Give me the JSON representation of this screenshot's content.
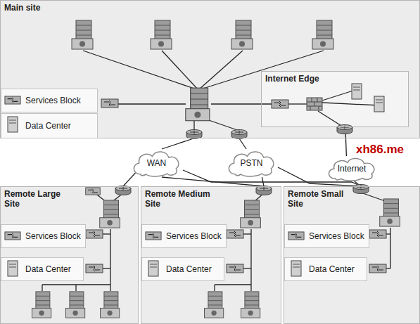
{
  "diagram": {
    "nodes": [
      {
        "text": [
          "Main site"
        ]
      },
      {
        "text": [
          "Services Block"
        ],
        "in": 0
      },
      {
        "text": [
          "Data Center"
        ],
        "in": 0
      },
      {
        "text": [
          "Internet Edge"
        ],
        "in": 0
      },
      {
        "text": [
          "WAN"
        ]
      },
      {
        "text": [
          "PSTN"
        ]
      },
      {
        "text": [
          "Internet"
        ]
      },
      {
        "text": [
          "Remote Large Site"
        ]
      },
      {
        "text": [
          "Services Block"
        ],
        "in": 7
      },
      {
        "text": [
          "Data Center"
        ],
        "in": 7
      },
      {
        "text": [
          "Remote Medium Site"
        ]
      },
      {
        "text": [
          "Services Block"
        ],
        "in": 10
      },
      {
        "text": [
          "Data Center"
        ],
        "in": 10
      },
      {
        "text": [
          "Remote Small Site"
        ]
      },
      {
        "text": [
          "Services Block"
        ],
        "in": 13
      },
      {
        "text": [
          "Data Center"
        ],
        "in": 13
      }
    ],
    "edges": [
      {
        "from": 0,
        "to": 4,
        "arrow": "none"
      },
      {
        "from": 0,
        "to": 5,
        "arrow": "none"
      },
      {
        "from": 3,
        "to": 6,
        "arrow": "none"
      },
      {
        "from": 4,
        "to": 7,
        "arrow": "none"
      },
      {
        "from": 4,
        "to": 10,
        "arrow": "none"
      },
      {
        "from": 4,
        "to": 13,
        "arrow": "none"
      },
      {
        "from": 5,
        "to": 10,
        "arrow": "none"
      },
      {
        "from": 5,
        "to": 13,
        "arrow": "none"
      },
      {
        "from": 6,
        "to": 13,
        "arrow": "none"
      }
    ],
    "labels": [
      "xh86.me"
    ]
  }
}
